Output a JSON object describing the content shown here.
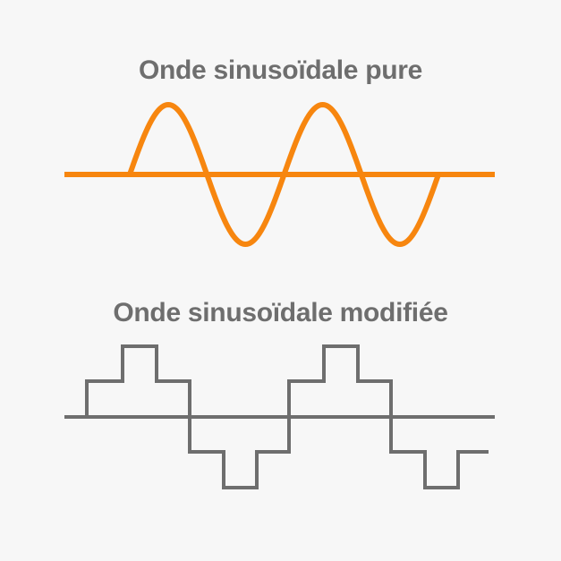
{
  "titles": {
    "pure": "Onde sinusoïdale pure",
    "modified": "Onde sinusoïdale modifiée"
  },
  "colors": {
    "pure_wave": "#f7860f",
    "modified_wave": "#6e6e6e",
    "title_text": "#6e6e6e",
    "background": "#f7f7f7"
  },
  "waves": {
    "pure": {
      "shape": "sine",
      "cycles": 2,
      "amplitude": 1
    },
    "modified": {
      "shape": "stepped-square",
      "cycles": 2,
      "levels": [
        0,
        0.5,
        1,
        0.5,
        0,
        -0.5,
        -1,
        -0.5,
        0
      ]
    }
  }
}
